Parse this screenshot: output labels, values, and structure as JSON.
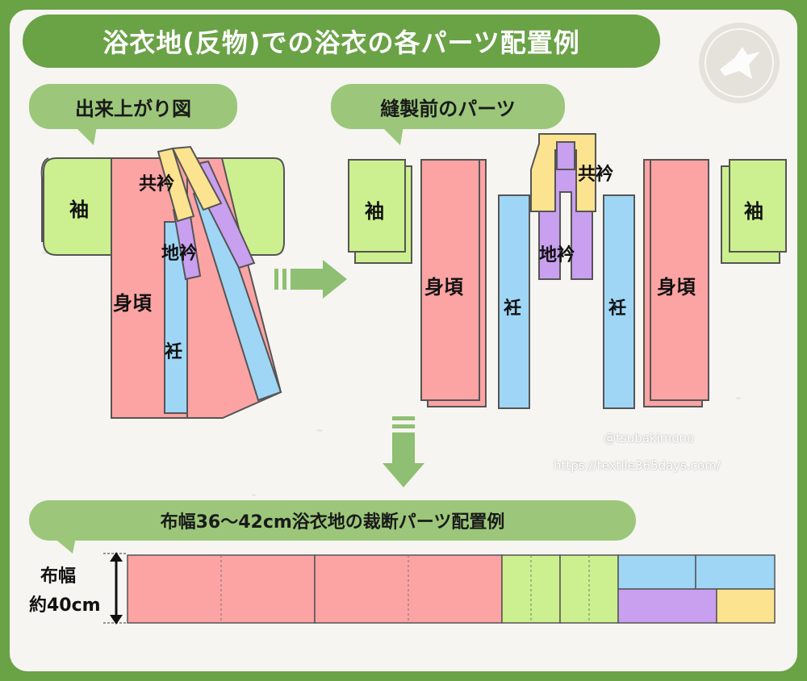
{
  "title": "浴衣地(反物)での浴衣の各パーツ配置例",
  "sections": {
    "finished": "出来上がり図",
    "parts": "縫製前のパーツ",
    "layout": "布幅36〜42cm浴衣地の裁断パーツ配置例"
  },
  "part_labels": {
    "sleeve": "袖",
    "body": "身頃",
    "overlap": "衽",
    "collar": "地衿",
    "tomoeri": "共衿"
  },
  "width_label": {
    "line1": "布幅",
    "line2": "約40cm"
  },
  "credits": {
    "handle": "@tsubakimono",
    "url": "https://textile365days.com/"
  },
  "colors": {
    "background": "#6aa246",
    "sleeve": "#ccf08f",
    "body": "#fca3a3",
    "overlap": "#9fd6f6",
    "collar": "#c99ff0",
    "tomoeri": "#fce38f",
    "bubble": "#9cc77a",
    "arrow": "#8fbf72"
  }
}
